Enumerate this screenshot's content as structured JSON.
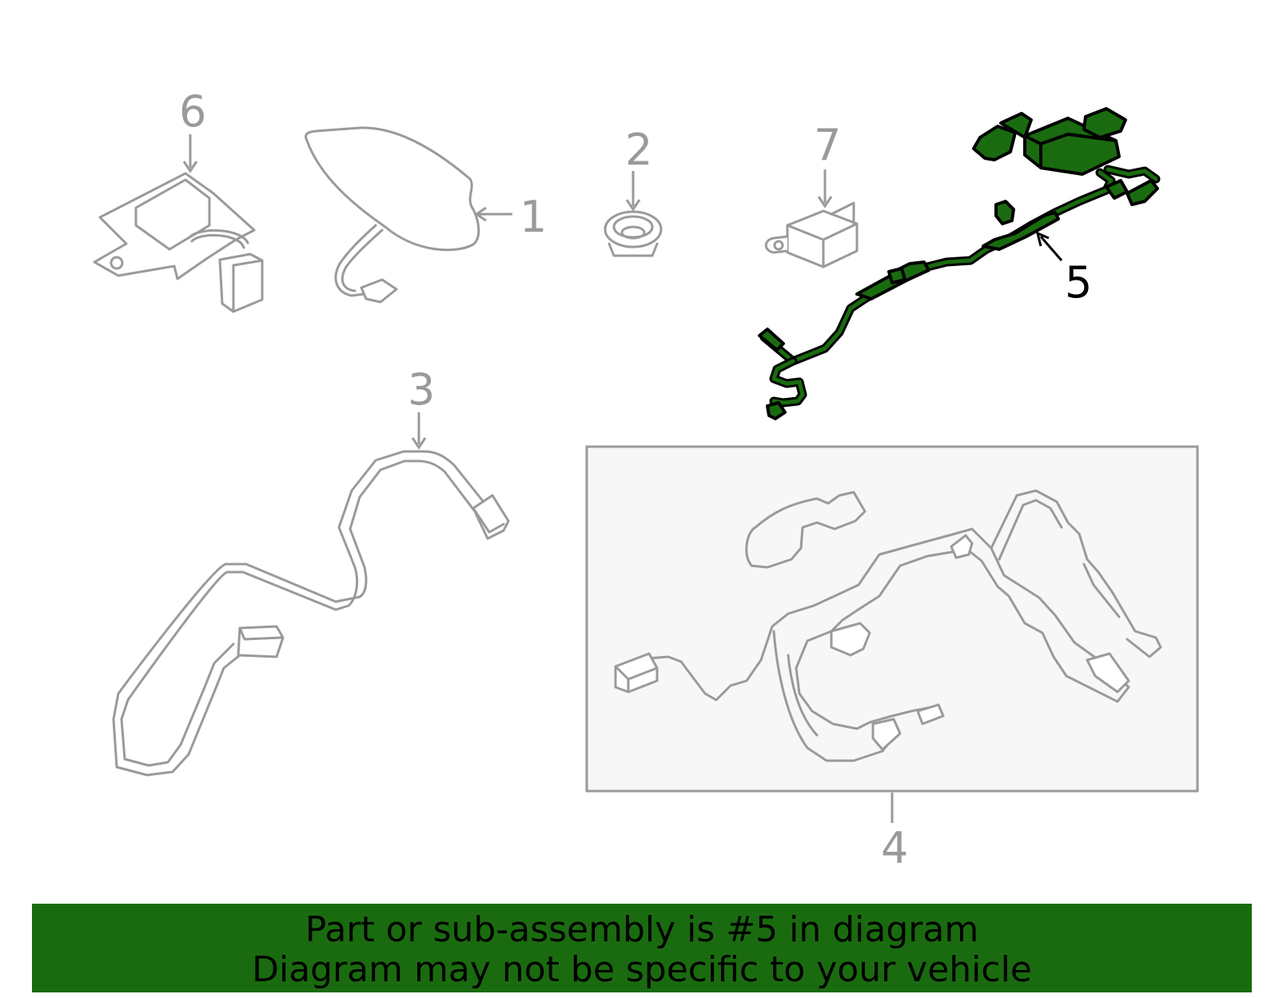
{
  "diagram": {
    "highlight_color": "#1a6b0f",
    "callouts": [
      {
        "id": "1",
        "label": "1"
      },
      {
        "id": "2",
        "label": "2"
      },
      {
        "id": "3",
        "label": "3"
      },
      {
        "id": "4",
        "label": "4"
      },
      {
        "id": "5",
        "label": "5",
        "highlighted": true
      },
      {
        "id": "6",
        "label": "6"
      },
      {
        "id": "7",
        "label": "7"
      }
    ]
  },
  "banner": {
    "line1": "Part or sub-assembly is #5 in diagram",
    "line2": "Diagram may not be specific to your vehicle",
    "background": "#1a6b0f"
  }
}
